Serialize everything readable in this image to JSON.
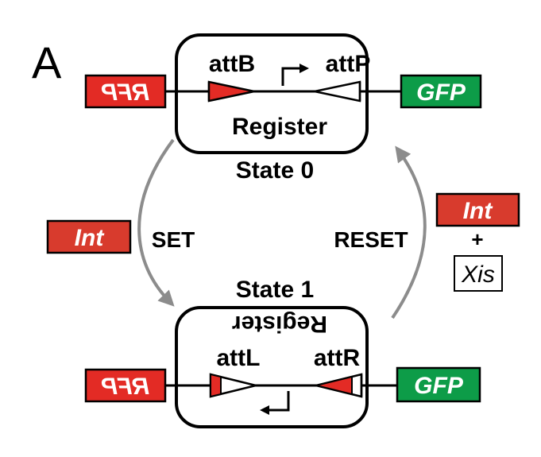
{
  "panel_label": "A",
  "state0": {
    "title": "State 0",
    "register_label": "Register",
    "site_left": "attB",
    "site_right": "attP"
  },
  "state1": {
    "title": "State 1",
    "register_label": "Register",
    "site_left": "attL",
    "site_right": "attR"
  },
  "reporters": {
    "left": "RFP",
    "right": "GFP"
  },
  "transitions": {
    "set_label": "SET",
    "set_enzyme": "Int",
    "reset_label": "RESET",
    "reset_enzyme": "Int",
    "reset_plus": "+",
    "reset_cofactor": "Xis"
  },
  "colors": {
    "red": "#e32b25",
    "green": "#0d9c48",
    "int_red": "#d83b2d",
    "arrow_gray": "#8c8c8c",
    "black": "#000000"
  }
}
